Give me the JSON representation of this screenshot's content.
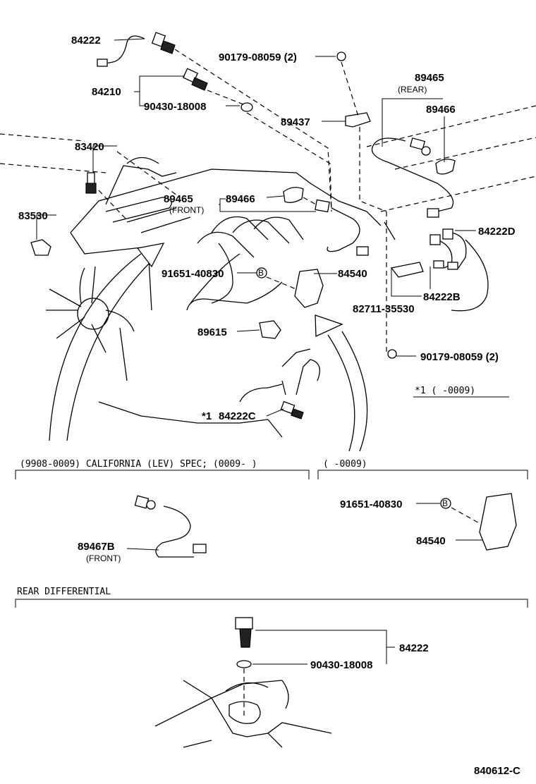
{
  "labels": {
    "p84222_top": "84222",
    "p84210": "84210",
    "p90430_top": "90430-18008",
    "p90179_top": "90179-08059 (2)",
    "p89465_rear": "89465",
    "p89465_rear_sub": "(REAR)",
    "p89466_rear": "89466",
    "p89437": "89437",
    "p83420": "83420",
    "p89465_front": "89465",
    "p89465_front_sub": "(FRONT)",
    "p89466_front": "89466",
    "p83530": "83530",
    "p84222D": "84222D",
    "p91651_main": "91651-40830",
    "p84540_main": "84540",
    "p84222B": "84222B",
    "p82711": "82711-35530",
    "p89615": "89615",
    "p90179_bottom": "90179-08059 (2)",
    "note_star1": "*1  (      -0009)",
    "p84222C_star": "*1",
    "p84222C": "84222C",
    "p89467B": "89467B",
    "p89467B_sub": "(FRONT)",
    "p91651_sec": "91651-40830",
    "p84540_sec": "84540",
    "p84222_rear": "84222",
    "p90430_rear": "90430-18008",
    "bolt_mark_main": "B",
    "bolt_mark_sec": "B",
    "diagram_code": "840612-C"
  },
  "sections": {
    "california": "(9908-0009) CALIFORNIA (LEV) SPEC;  (0009-      )",
    "upto0009": "(       -0009)",
    "rear_diff": "REAR DIFFERENTIAL"
  }
}
